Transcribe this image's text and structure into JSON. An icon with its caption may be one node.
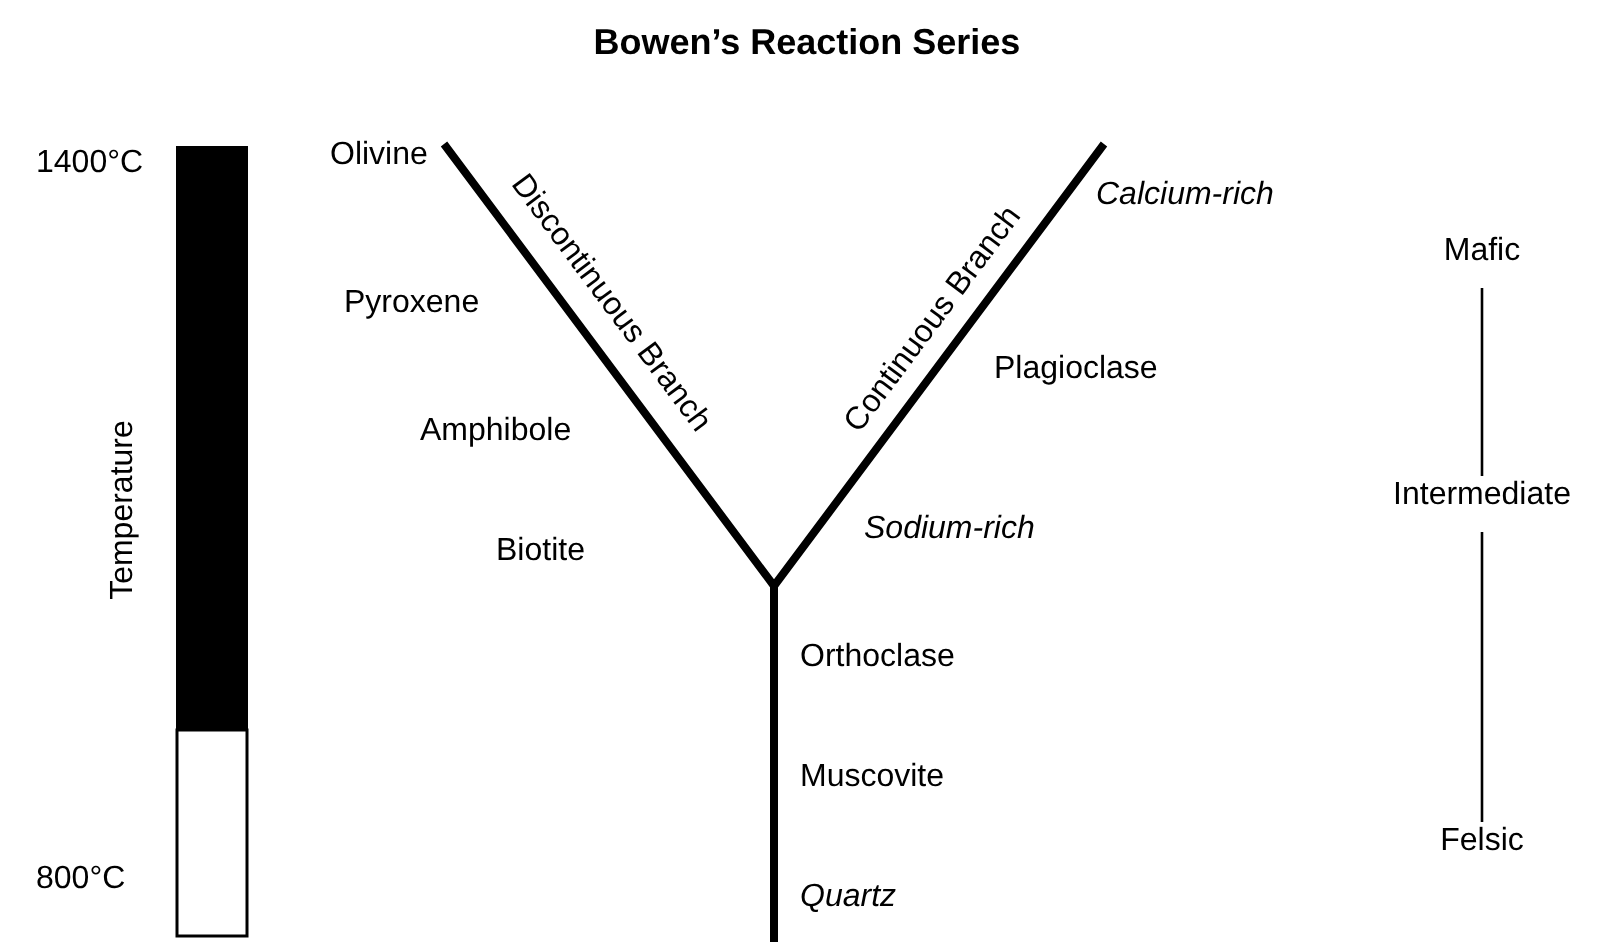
{
  "diagram": {
    "title": "Bowen’s Reaction Series",
    "nodes": [
      {
        "text": [
          "Mafic"
        ]
      },
      {
        "text": [
          "Intermediate"
        ]
      },
      {
        "text": [
          "Felsic"
        ]
      }
    ],
    "edges": [
      {
        "from": 0,
        "to": 1,
        "arrow": "none"
      },
      {
        "from": 1,
        "to": 2,
        "arrow": "none"
      }
    ],
    "labels": [
      "1400°C",
      "Temperature",
      "800°C",
      "Olivine",
      "Discontinuous Branch",
      "Continuous Branch",
      "Calcium-rich",
      "Pyroxene",
      "Plagioclase",
      "Amphibole",
      "Biotite",
      "Sodium-rich",
      "Orthoclase",
      "Muscovite",
      "Quartz"
    ]
  }
}
